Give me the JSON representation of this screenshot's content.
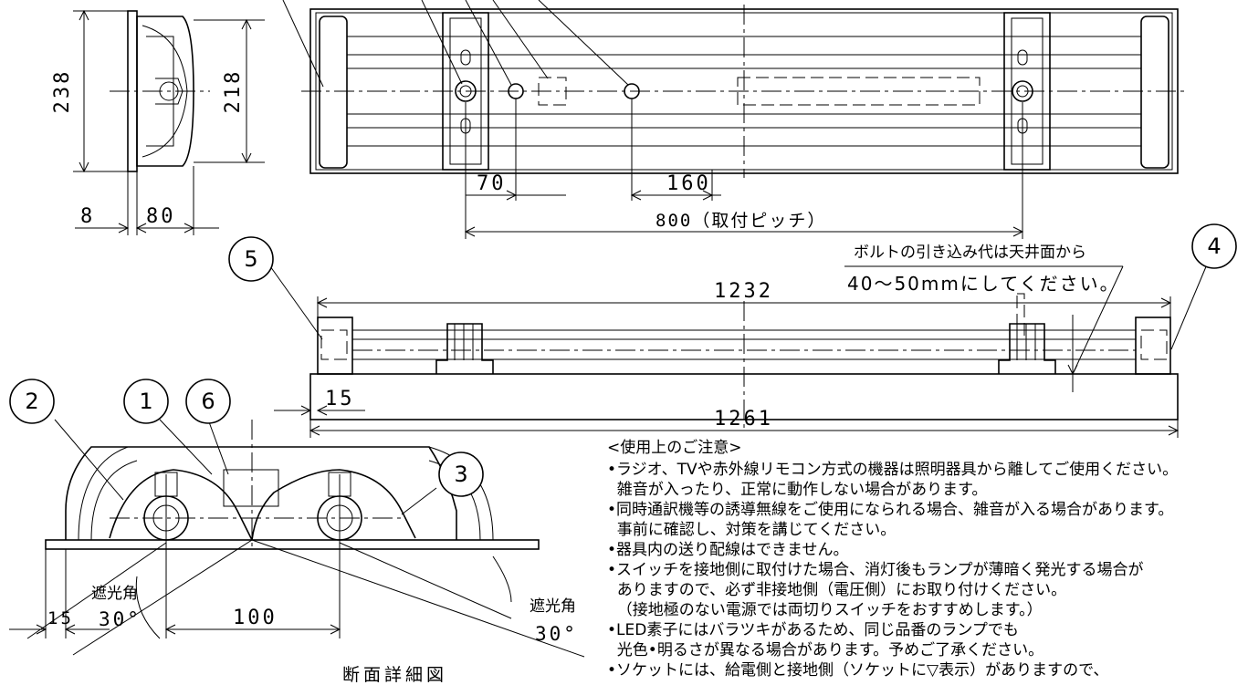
{
  "dimensions": {
    "side_height": "238",
    "inner_height": "218",
    "side_offset": "8",
    "side_depth": "80",
    "bolt_spacing_a": "70",
    "bolt_spacing_b": "160",
    "mount_pitch": "800（取付ピッチ）",
    "length_inner": "1232",
    "edge_offset": "15",
    "length_overall": "1261",
    "section_edge": "15",
    "lamp_spacing": "100"
  },
  "callouts": [
    "1",
    "2",
    "3",
    "4",
    "5",
    "6"
  ],
  "bolt_note": {
    "line1": "ボルトの引き込み代は天井面から",
    "line2": "40～50mmにしてください。"
  },
  "shading_angle": {
    "label": "遮光角",
    "value": "30°"
  },
  "section_title": "断面詳細図",
  "notes": {
    "heading": "<使用上のご注意>",
    "lines": [
      "•ラジオ、TVや赤外線リモコン方式の機器は照明器具から離してご使用ください。",
      "  雑音が入ったり、正常に動作しない場合があります。",
      "•同時通訳機等の誘導無線をご使用になられる場合、雑音が入る場合があります。",
      "  事前に確認し、対策を講じてください。",
      "•器具内の送り配線はできません。",
      "•スイッチを接地側に取付けた場合、消灯後もランプが薄暗く発光する場合が",
      "  ありますので、必ず非接地側（電圧側）にお取り付けください。",
      "  （接地極のない電源では両切りスイッチをおすすめします。）",
      "•LED素子にはバラツキがあるため、同じ品番のランプでも",
      "  光色•明るさが異なる場合があります。予めご了承ください。",
      "•ソケットには、給電側と接地側（ソケットに▽表示）がありますので、"
    ]
  }
}
